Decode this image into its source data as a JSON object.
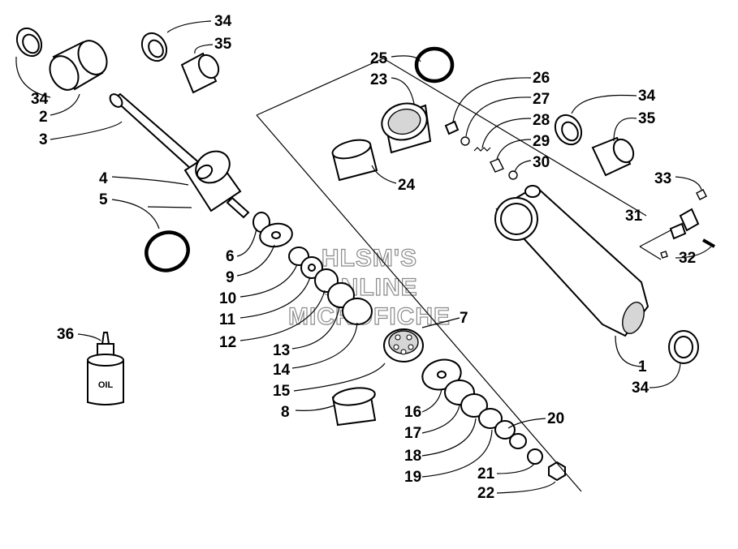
{
  "watermark": [
    "HLSM'S",
    "ONLINE",
    "MICROFICHE"
  ],
  "oil_label": "OIL",
  "callouts": [
    "34",
    "35",
    "34",
    "2",
    "3",
    "4",
    "5",
    "6",
    "9",
    "10",
    "11",
    "12",
    "13",
    "14",
    "15",
    "8",
    "7",
    "25",
    "23",
    "24",
    "26",
    "27",
    "28",
    "29",
    "30",
    "34",
    "35",
    "33",
    "31",
    "32",
    "1",
    "34",
    "16",
    "17",
    "18",
    "19",
    "20",
    "21",
    "22",
    "36"
  ],
  "colors": {
    "ink": "#000000",
    "watermark": "#8a8a8a",
    "background": "#ffffff"
  }
}
